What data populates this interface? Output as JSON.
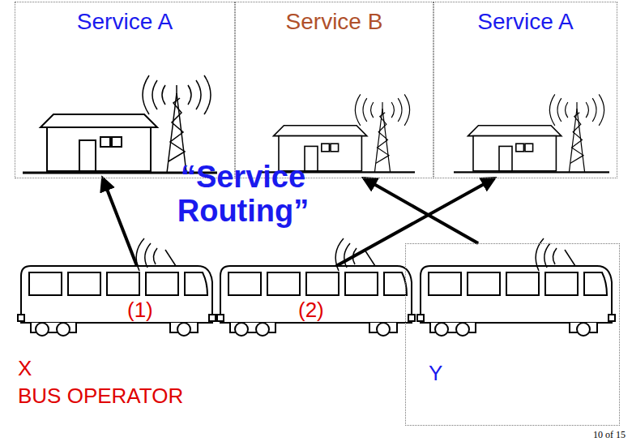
{
  "diagram": {
    "nodes": [
      {
        "text": [
          "Service A"
        ]
      },
      {
        "text": [
          "Service B"
        ]
      },
      {
        "text": [
          "Service A"
        ]
      },
      {
        "text": [
          "(1)"
        ]
      },
      {
        "text": [
          "(2)"
        ]
      },
      {
        "text": [
          "Y"
        ]
      }
    ],
    "edges": [
      {
        "from": 3,
        "to": 0,
        "arrow": "to"
      },
      {
        "from": 4,
        "to": 2,
        "arrow": "to"
      },
      {
        "from": 5,
        "to": 1,
        "arrow": "to"
      }
    ],
    "labels": [
      "“Service Routing”",
      "X",
      "BUS OPERATOR",
      "10 of 15"
    ]
  }
}
